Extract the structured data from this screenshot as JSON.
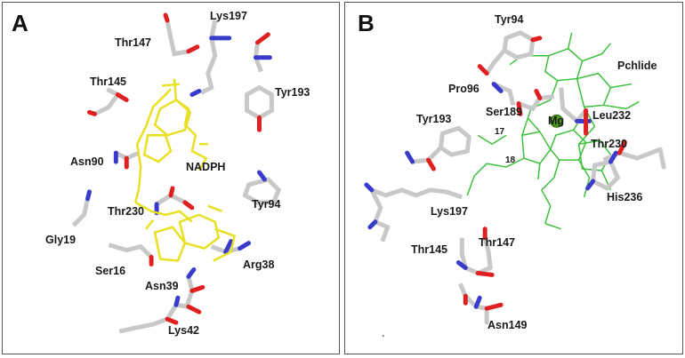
{
  "panel_a": {
    "letter": "A",
    "residue_labels": [
      "Lys197",
      "Thr147",
      "Thr145",
      "Tyr193",
      "Asn90",
      "NADPH",
      "Thr230",
      "Tyr94",
      "Gly19",
      "Ser16",
      "Arg38",
      "Asn39",
      "Lys42"
    ]
  },
  "panel_b": {
    "letter": "B",
    "residue_labels": [
      "Tyr94",
      "Pchlide",
      "Pro96",
      "Ser189",
      "Mg",
      "Leu232",
      "Tyr193",
      "Thr230",
      "Lys197",
      "His236",
      "Thr145",
      "Thr147",
      "Asn149"
    ],
    "atom_numbers": [
      "17",
      "18"
    ]
  },
  "colors": {
    "carbon": "#c8c8c8",
    "nitrogen": "#3a3acc",
    "oxygen": "#e02020",
    "nadph": "#e8e020",
    "pchlide": "#3cc03c",
    "magnesium": "#4d9a1a",
    "border": "#555555"
  }
}
